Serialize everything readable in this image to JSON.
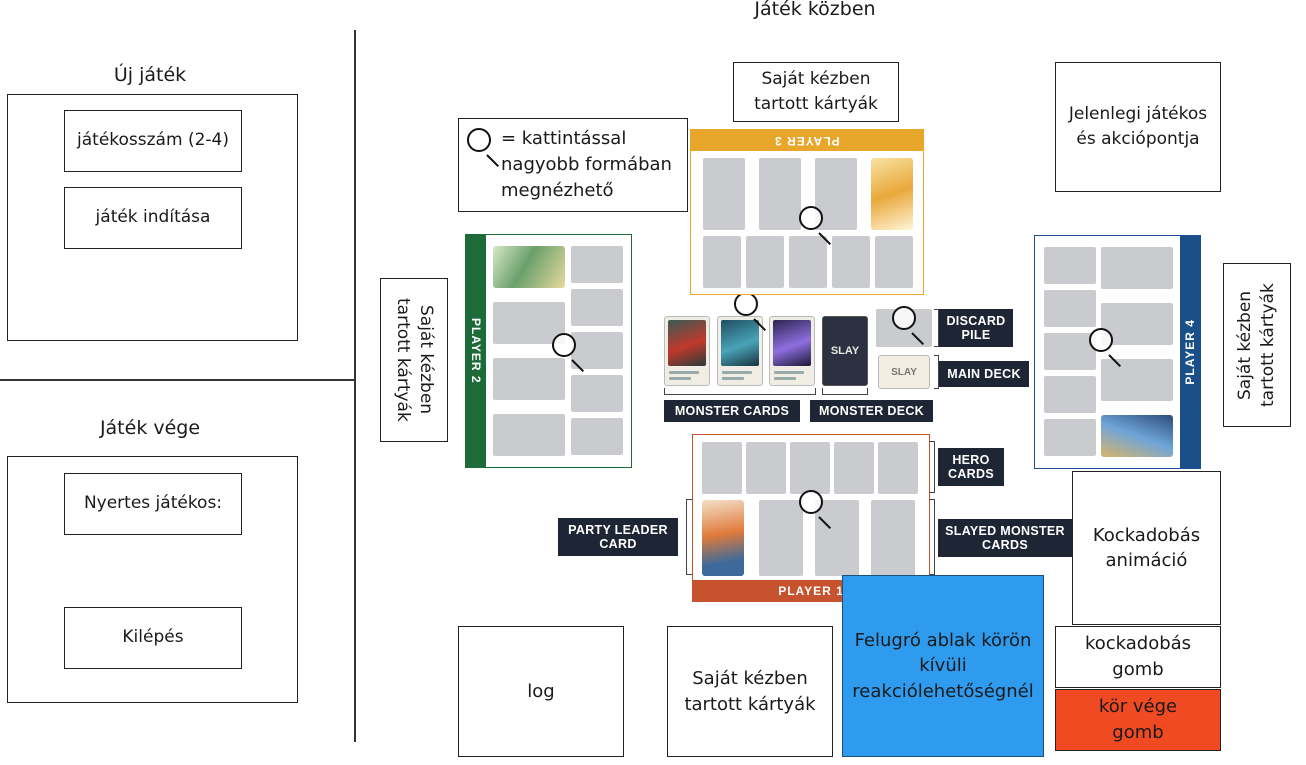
{
  "sections": {
    "new_game": "Új játék",
    "game_end": "Játék vége",
    "in_game": "Játék közben"
  },
  "new_game": {
    "player_count": "játékosszám (2-4)",
    "start_game": "játék indítása"
  },
  "game_end": {
    "winner": "Nyertes játékos:",
    "exit": "Kilépés"
  },
  "in_game": {
    "hand_top": "Saját kézben tartott kártyák",
    "hand_left": "Saját kézben tartott kártyák",
    "hand_right": "Saját kézben tartott kártyák",
    "hand_bottom": "Saját kézben tartott kártyák",
    "current_player": "Jelenlegi játékos és akciópontja",
    "magnifier_note": "= kattintással nagyobb formában megnézhető",
    "dice_animation": "Kockadobás animáció",
    "dice_button": "kockadobás gomb",
    "end_turn": "kör vége gomb",
    "log": "log",
    "popup": "Felugró ablak körön kívüli reakciólehetőségnél"
  },
  "board": {
    "player1": "PLAYER 1",
    "player2": "PLAYER 2",
    "player3": "PLAYER 3",
    "player4": "PLAYER 4",
    "monster_cards": "MONSTER CARDS",
    "monster_deck": "MONSTER DECK",
    "discard_pile": "DISCARD PILE",
    "main_deck": "MAIN DECK",
    "hero_cards": "HERO CARDS",
    "slayed_monster_cards": "SLAYED MONSTER CARDS",
    "party_leader_card": "PARTY LEADER CARD",
    "deck_logo": "SLAY"
  },
  "colors": {
    "player1": "#c6522e",
    "player2": "#1e6b3a",
    "player3": "#e8a62a",
    "player4": "#1b4f8a",
    "popup": "#2e9bef",
    "end_turn": "#f04a23",
    "tag_bg": "#1e2535"
  }
}
